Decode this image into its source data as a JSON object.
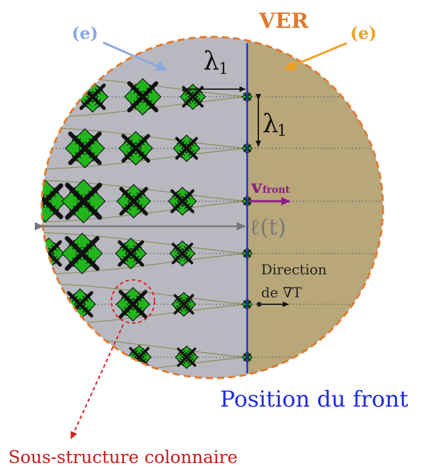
{
  "title": "VER",
  "label_e_left": "(e)",
  "label_e_right": "(e)",
  "lambda_sym": "λ",
  "lambda_sub": "1",
  "velocity_sym": "v",
  "velocity_sub": "front",
  "length_label": "ℓ(t)",
  "gradient_line1": "Direction",
  "gradient_line2": "de ∇T",
  "front_label": "Position du front",
  "substructure_label": "Sous-structure colonnaire",
  "colors": {
    "liquid": "#b8a779",
    "solid": "#b8b8c0",
    "ver_border": "#e07a2f",
    "front": "#1f2de0",
    "crystal": "#22b51e",
    "crystal_dark": "#111111",
    "velocity": "#8a1a8a",
    "highlight": "#e02020",
    "arrow_blue": "#8aa8e0",
    "arrow_orange": "#f0a020",
    "text_dark": "#222222",
    "text_gray": "#7a7a7a"
  },
  "icons": [
    "equiaxed-crystal-icon",
    "columnar-tip-icon",
    "arrow-icon"
  ]
}
